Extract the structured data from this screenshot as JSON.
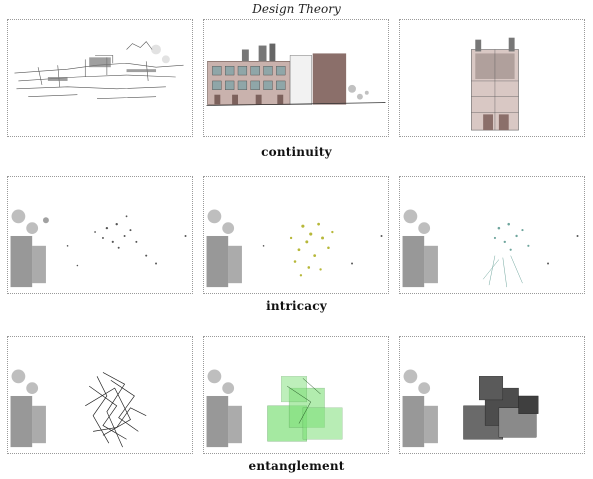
{
  "title": "Design Theory",
  "rows": [
    {
      "caption": "continuity"
    },
    {
      "caption": "intricacy"
    },
    {
      "caption": "entanglement"
    }
  ],
  "colors": {
    "frame_border": "#9a9a9a",
    "ink": "#333333",
    "facade_brown": "#8b6f6a",
    "highlight_yellow": "#b7b83a",
    "highlight_teal": "#6fa59d",
    "highlight_green": "#7fe07a",
    "block_gray": "#4d4d4d"
  }
}
